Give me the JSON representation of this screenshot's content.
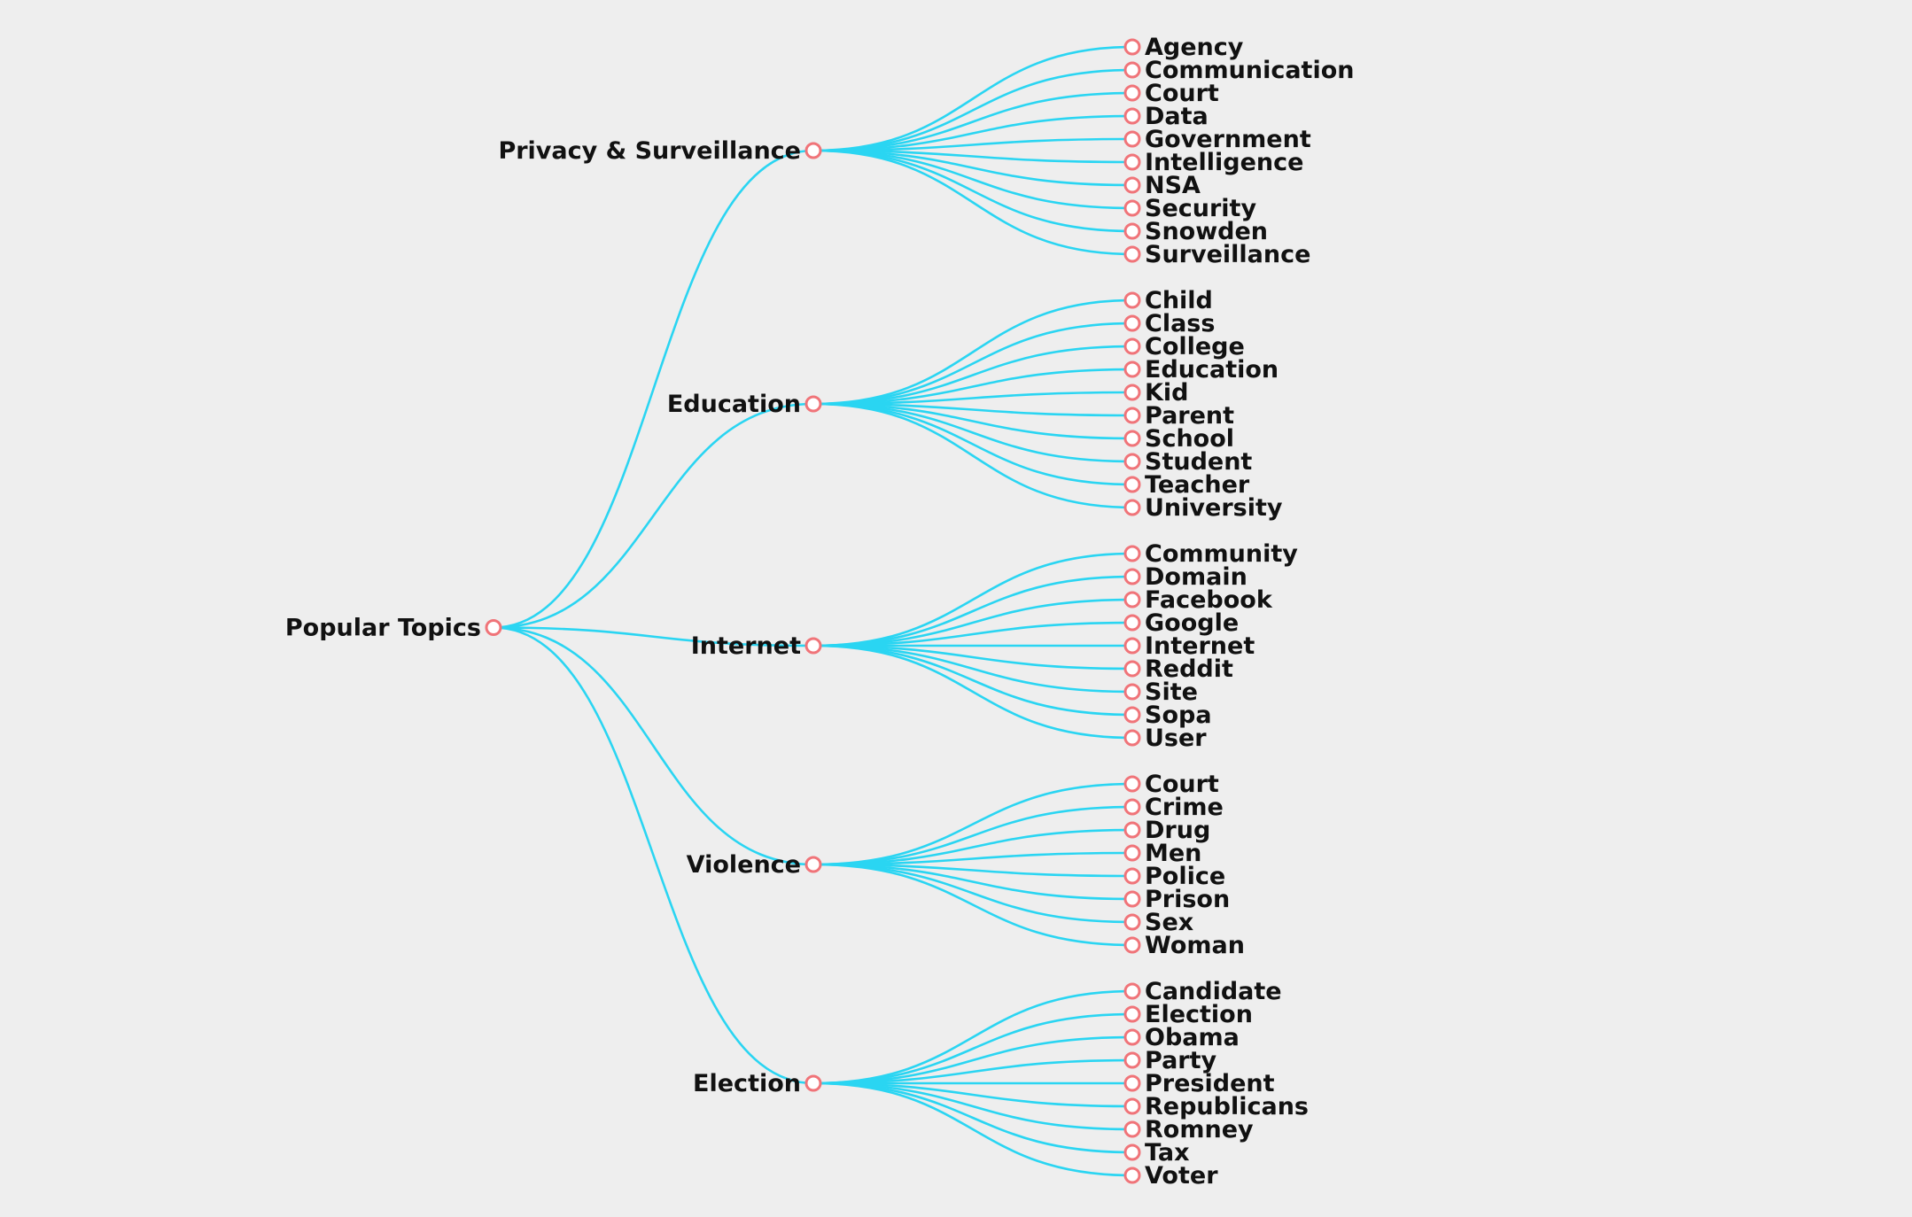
{
  "colors": {
    "background": "#eeeeee",
    "link": "#2ad5f2",
    "node_stroke": "#f07479",
    "node_fill": "#ffffff",
    "label": "#111111"
  },
  "tree": {
    "name": "Popular Topics",
    "children": [
      {
        "name": "Privacy & Surveillance",
        "children": [
          {
            "name": "Agency"
          },
          {
            "name": "Communication"
          },
          {
            "name": "Court"
          },
          {
            "name": "Data"
          },
          {
            "name": "Government"
          },
          {
            "name": "Intelligence"
          },
          {
            "name": "NSA"
          },
          {
            "name": "Security"
          },
          {
            "name": "Snowden"
          },
          {
            "name": "Surveillance"
          }
        ]
      },
      {
        "name": "Education",
        "children": [
          {
            "name": "Child"
          },
          {
            "name": "Class"
          },
          {
            "name": "College"
          },
          {
            "name": "Education"
          },
          {
            "name": "Kid"
          },
          {
            "name": "Parent"
          },
          {
            "name": "School"
          },
          {
            "name": "Student"
          },
          {
            "name": "Teacher"
          },
          {
            "name": "University"
          }
        ]
      },
      {
        "name": "Internet",
        "children": [
          {
            "name": "Community"
          },
          {
            "name": "Domain"
          },
          {
            "name": "Facebook"
          },
          {
            "name": "Google"
          },
          {
            "name": "Internet"
          },
          {
            "name": "Reddit"
          },
          {
            "name": "Site"
          },
          {
            "name": "Sopa"
          },
          {
            "name": "User"
          }
        ]
      },
      {
        "name": "Violence",
        "children": [
          {
            "name": "Court"
          },
          {
            "name": "Crime"
          },
          {
            "name": "Drug"
          },
          {
            "name": "Men"
          },
          {
            "name": "Police"
          },
          {
            "name": "Prison"
          },
          {
            "name": "Sex"
          },
          {
            "name": "Woman"
          }
        ]
      },
      {
        "name": "Election",
        "children": [
          {
            "name": "Candidate"
          },
          {
            "name": "Election"
          },
          {
            "name": "Obama"
          },
          {
            "name": "Party"
          },
          {
            "name": "President"
          },
          {
            "name": "Republicans"
          },
          {
            "name": "Romney"
          },
          {
            "name": "Tax"
          },
          {
            "name": "Voter"
          }
        ]
      }
    ]
  }
}
